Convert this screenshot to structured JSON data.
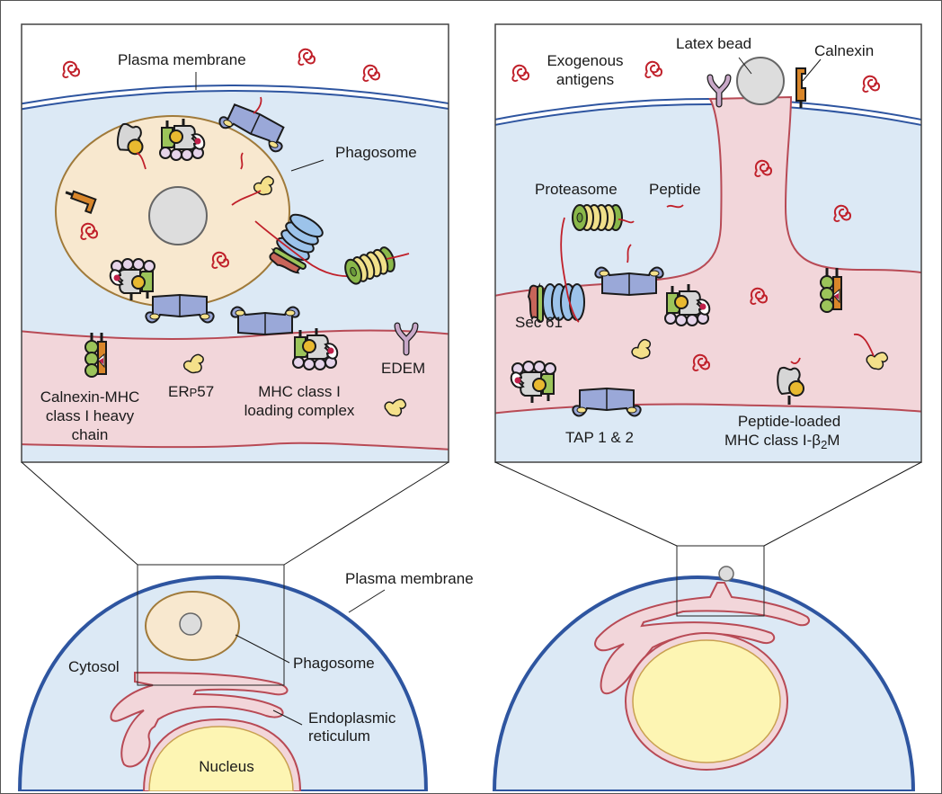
{
  "figure": {
    "type": "cell-biology-diagram",
    "topic": "MHC class I cross-presentation via phagosome–ER fusion"
  },
  "panels": {
    "top_left": {
      "labels": {
        "plasma_membrane": "Plasma membrane",
        "phagosome": "Phagosome",
        "calnexin_mhc_line1": "Calnexin-MHC",
        "calnexin_mhc_line2": "class I heavy",
        "calnexin_mhc_line3": "chain",
        "erp57_main": "ER",
        "erp57_sub": "P",
        "erp57_tail": "57",
        "loading_complex_line1": "MHC class I",
        "loading_complex_line2": "loading complex",
        "edem": "EDEM"
      }
    },
    "top_right": {
      "labels": {
        "exogenous_line1": "Exogenous",
        "exogenous_line2": "antigens",
        "latex_bead": "Latex bead",
        "calnexin": "Calnexin",
        "proteasome": "Proteasome",
        "peptide": "Peptide",
        "sec61": "Sec 61",
        "tap": "TAP 1 & 2",
        "peptide_loaded_line1": "Peptide-loaded",
        "peptide_loaded_line2": "MHC class I-β",
        "peptide_loaded_sub": "2",
        "peptide_loaded_tail": "M"
      }
    },
    "bottom_left": {
      "labels": {
        "plasma_membrane": "Plasma membrane",
        "cytosol": "Cytosol",
        "phagosome": "Phagosome",
        "er_line1": "Endoplasmic",
        "er_line2": "reticulum",
        "nucleus": "Nucleus"
      }
    },
    "bottom_right": {
      "labels": {}
    }
  },
  "colors": {
    "cytosol": "#dce9f5",
    "membrane": "#2e55a0",
    "er_fill": "#f2d6da",
    "er_stroke": "#b84a55",
    "phagosome_fill": "#f8e8cf",
    "phagosome_stroke": "#a07a3a",
    "nucleus_fill": "#fdf5b3",
    "bead": "#dddddd",
    "antigen": "#c0202a",
    "calnexin": "#d9862a",
    "mhc_grey": "#d6d6d6",
    "beta2m": "#e8b930",
    "tapasin_green": "#9cc45a",
    "calreticulin_pink": "#e6d4ea",
    "tap_blue": "#9aa8d8",
    "erp57_yellow": "#f4e08a",
    "sec61_blue": "#9cc3ea",
    "edem_purple": "#c8a8c8",
    "proteasome_green": "#8ab84a",
    "proteasome_yellow": "#f0e08a"
  }
}
